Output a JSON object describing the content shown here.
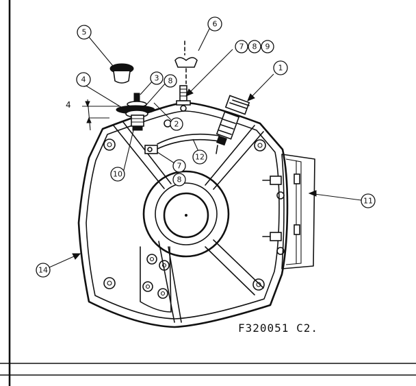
{
  "figure_code": "F320051 C2.",
  "dimension_label": "4",
  "callouts": {
    "c1": "1",
    "c2": "2",
    "c3": "3",
    "c4": "4",
    "c5": "5",
    "c6": "6",
    "c7a": "7",
    "c8a": "8",
    "c9": "9",
    "c7b": "7",
    "c8b": "8",
    "c8c": "8",
    "c10": "10",
    "c11": "11",
    "c12": "12",
    "c14": "14"
  }
}
